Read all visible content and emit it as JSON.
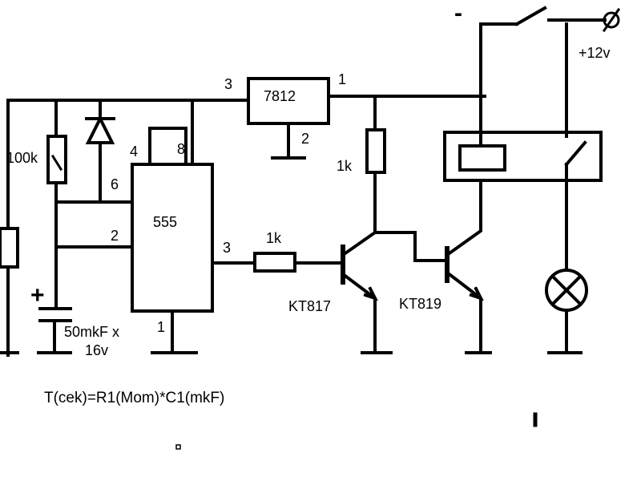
{
  "regulator": {
    "label": "7812",
    "pin_in": "3",
    "pin_out": "1",
    "pin_gnd": "2"
  },
  "timer": {
    "label": "555",
    "pin4": "4",
    "pin8": "8",
    "pin6": "6",
    "pin2": "2",
    "pin3": "3",
    "pin1": "1"
  },
  "resistor_timing": {
    "label": "100k"
  },
  "resistor_base": {
    "label": "1k"
  },
  "resistor_collector": {
    "label": "1k"
  },
  "capacitor": {
    "label_line1": "50mkF x",
    "label_line2": "16v",
    "polarity": "+"
  },
  "transistor_1": {
    "label": "KT817"
  },
  "transistor_2": {
    "label": "KT819"
  },
  "supply": {
    "positive": "+12v",
    "negative": "-"
  },
  "formula": "T(cek)=R1(Mom)*C1(mkF)",
  "colors": {
    "ink": "#000000",
    "background": "#ffffff"
  }
}
